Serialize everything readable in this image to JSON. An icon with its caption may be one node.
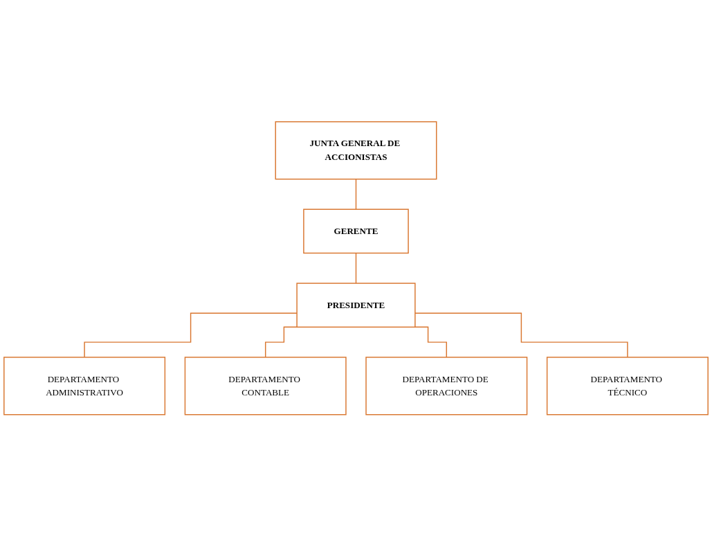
{
  "diagram": {
    "nodes": [
      {
        "text": [
          "JUNTA GENERAL DE ACCIONISTAS"
        ]
      },
      {
        "text": [
          "GERENTE"
        ]
      },
      {
        "text": [
          "PRESIDENTE"
        ]
      },
      {
        "text": [
          "DEPARTAMENTO ADMINISTRATIVO"
        ]
      },
      {
        "text": [
          "DEPARTAMENTO CONTABLE"
        ]
      },
      {
        "text": [
          "DEPARTAMENTO DE OPERACIONES"
        ]
      },
      {
        "text": [
          "DEPARTAMENTO TÉCNICO"
        ]
      }
    ],
    "edges": [
      {
        "from": 0,
        "to": 1,
        "arrow": "none"
      },
      {
        "from": 1,
        "to": 2,
        "arrow": "none"
      },
      {
        "from": 2,
        "to": 3,
        "arrow": "none"
      },
      {
        "from": 2,
        "to": 4,
        "arrow": "none"
      },
      {
        "from": 2,
        "to": 5,
        "arrow": "none"
      },
      {
        "from": 2,
        "to": 6,
        "arrow": "none"
      }
    ]
  }
}
